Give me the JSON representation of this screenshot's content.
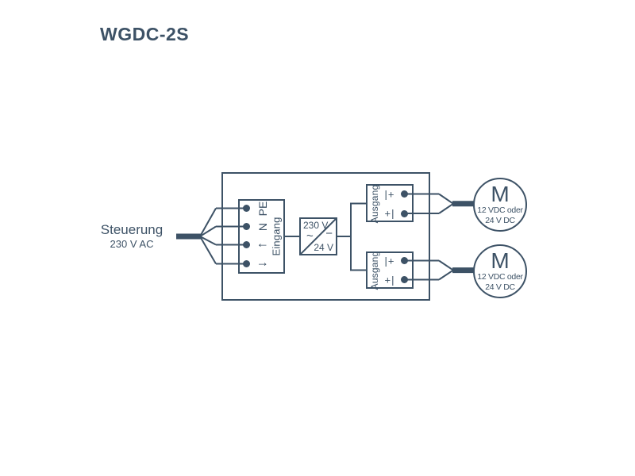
{
  "title": "WGDC-2S",
  "colors": {
    "ink": "#3d5266",
    "background": "#ffffff"
  },
  "source": {
    "label": "Steuerung",
    "voltage": "230 V AC"
  },
  "device": {
    "input_block": {
      "label": "Eingang",
      "terminals": [
        {
          "label": "PE"
        },
        {
          "label": "N"
        },
        {
          "label": "↑"
        },
        {
          "label": "↓"
        }
      ]
    },
    "converter": {
      "input_voltage": "230 V",
      "ac_symbol": "~",
      "dc_symbol": "−",
      "output_voltage": "24 V"
    },
    "output_blocks": [
      {
        "label": "Ausgang",
        "terminals": [
          {
            "symbol": "|+"
          },
          {
            "symbol": "+|"
          }
        ]
      },
      {
        "label": "Ausgang",
        "terminals": [
          {
            "symbol": "|+"
          },
          {
            "symbol": "+|"
          }
        ]
      }
    ]
  },
  "motors": [
    {
      "symbol": "M",
      "voltage_line1": "12 VDC oder",
      "voltage_line2": "24 V DC"
    },
    {
      "symbol": "M",
      "voltage_line1": "12 VDC oder",
      "voltage_line2": "24 V DC"
    }
  ]
}
